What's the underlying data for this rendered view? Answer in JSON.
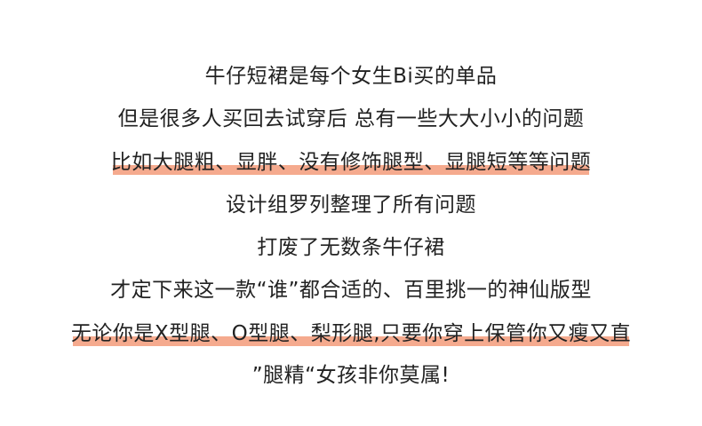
{
  "lines": [
    {
      "text": "牛仔短裙是每个女生Bi买的单品",
      "highlight": false
    },
    {
      "text": "但是很多人买回去试穿后 总有一些大大小小的问题",
      "highlight": false
    },
    {
      "text": "比如大腿粗、显胖、没有修饰腿型、显腿短等等问题",
      "highlight": true
    },
    {
      "text": "设计组罗列整理了所有问题",
      "highlight": false
    },
    {
      "text": "打废了无数条牛仔裙",
      "highlight": false
    },
    {
      "text": "才定下来这一款“谁”都合适的、百里挑一的神仙版型",
      "highlight": false
    },
    {
      "text": "无论你是X型腿、O型腿、梨形腿,只要你穿上保管你又瘦又直",
      "highlight": true
    },
    {
      "text": "”腿精“女孩非你莫属!",
      "highlight": false
    }
  ],
  "colors": {
    "text": "#222222",
    "highlight": "#f5aa8e",
    "background": "#ffffff"
  }
}
